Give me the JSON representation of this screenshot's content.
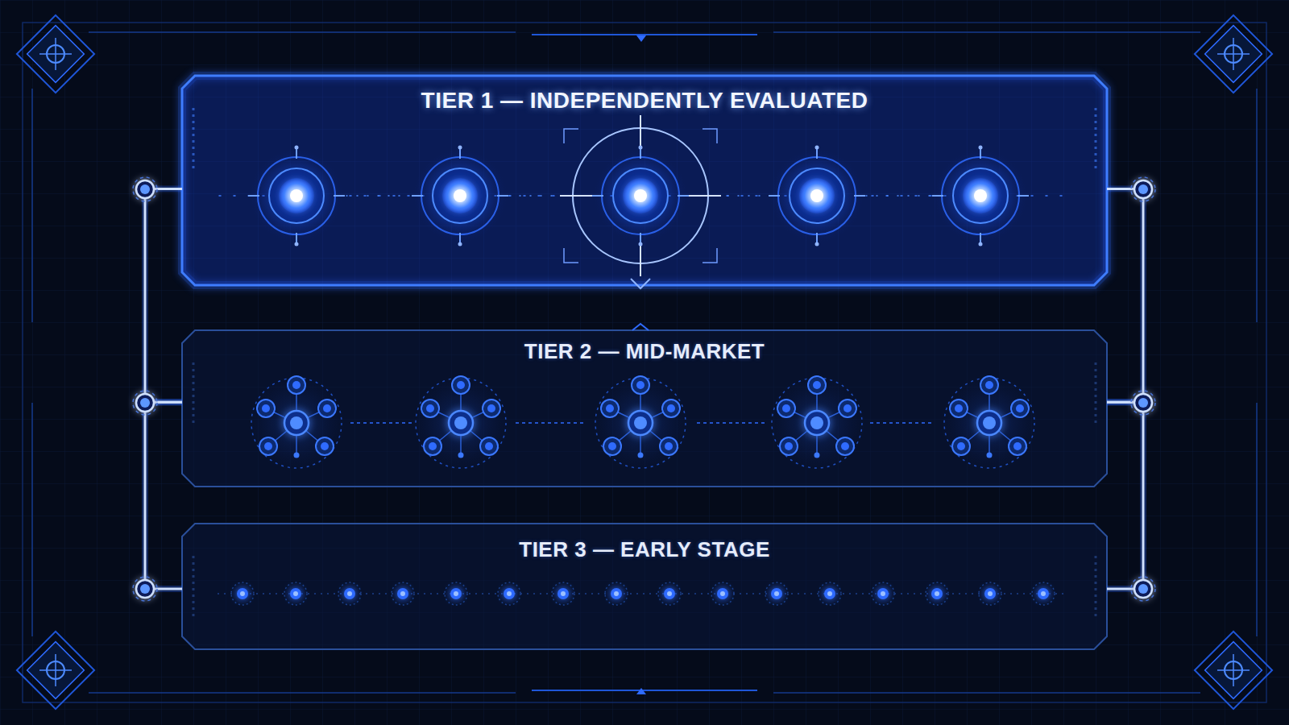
{
  "diagram": {
    "nodes": [
      {
        "text": [
          "TIER 1 — INDEPENDENTLY EVALUATED"
        ]
      },
      {
        "text": [
          "TIER 2 — MID-MARKET"
        ]
      },
      {
        "text": [
          "TIER 3 — EARLY STAGE"
        ]
      }
    ],
    "edges": [
      {
        "from": 0,
        "to": 1,
        "arrow": "none"
      },
      {
        "from": 1,
        "to": 2,
        "arrow": "none"
      },
      {
        "from": 0,
        "to": 1,
        "arrow": "none"
      },
      {
        "from": 1,
        "to": 2,
        "arrow": "none"
      }
    ]
  }
}
